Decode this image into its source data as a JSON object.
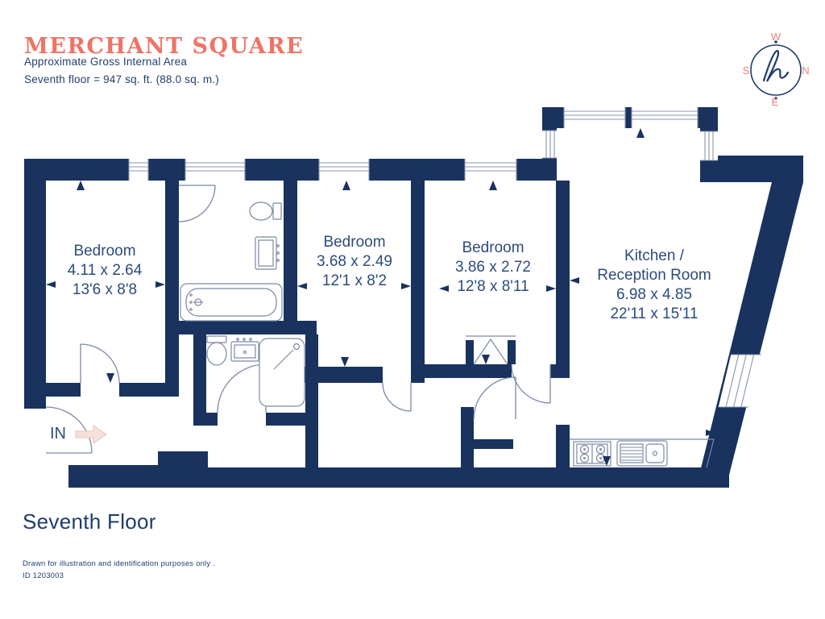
{
  "header": {
    "title": "MERCHANT SQUARE",
    "subtitle": "Approximate Gross Internal Area",
    "area": "Seventh floor = 947 sq. ft. (88.0 sq. m.)"
  },
  "compass": {
    "top": "W",
    "right": "N",
    "bottom": "E",
    "left": "S"
  },
  "rooms": [
    {
      "name": "Bedroom",
      "metric": "4.11 x 2.64",
      "imperial": "13'6 x 8'8"
    },
    {
      "name": "Bedroom",
      "metric": "3.68 x 2.49",
      "imperial": "12'1 x 8'2"
    },
    {
      "name": "Bedroom",
      "metric": "3.86 x 2.72",
      "imperial": "12'8 x 8'11"
    },
    {
      "name": "Kitchen /",
      "name_line2": "Reception Room",
      "metric": "6.98 x 4.85",
      "imperial": "22'11 x 15'11"
    }
  ],
  "entrance": {
    "label": "IN"
  },
  "floor_title": "Seventh Floor",
  "footer": {
    "disclaimer": "Drawn for illustration and identification purposes only .",
    "plan_id": "ID 1203003"
  },
  "colors": {
    "wall_navy": "#19325e",
    "accent_coral": "#ee7465",
    "label_blue": "#2c4c7c"
  }
}
